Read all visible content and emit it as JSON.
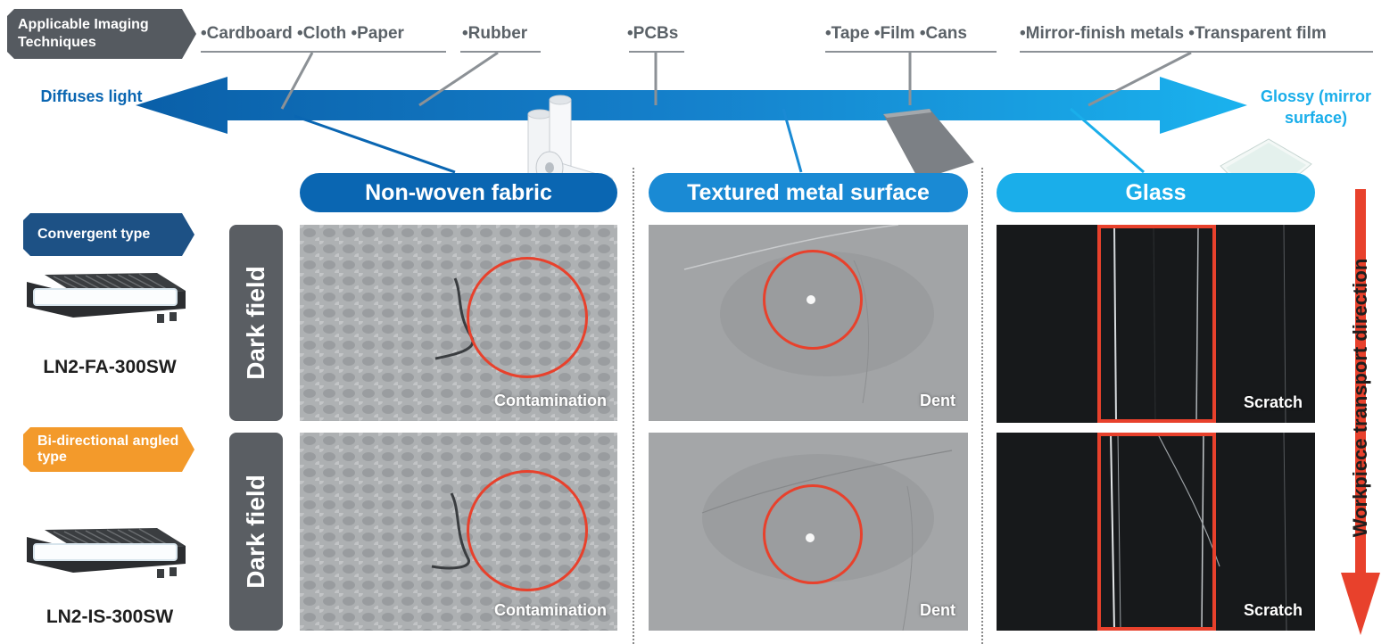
{
  "techniques_badge": "Applicable Imaging Techniques",
  "materials": [
    "•Cardboard •Cloth •Paper",
    "•Rubber",
    "•PCBs",
    "•Tape •Film •Cans",
    "•Mirror-finish metals •Transparent film"
  ],
  "scale": {
    "left_label": "Diffuses light",
    "right_label": "Glossy (mirror surface)"
  },
  "categories": [
    "Non-woven fabric",
    "Textured metal surface",
    "Glass"
  ],
  "rows": [
    {
      "type": "Convergent type",
      "model": "LN2-FA-300SW",
      "field": "Dark field"
    },
    {
      "type": "Bi-directional angled type",
      "model": "LN2-IS-300SW",
      "field": "Dark field"
    }
  ],
  "defects": [
    "Contamination",
    "Dent",
    "Scratch"
  ],
  "transport_label": "Workpiece transport direction",
  "colors": {
    "dark_blue": "#0a66b2",
    "mid_blue": "#1a8ad4",
    "light_blue": "#1aaeea",
    "orange": "#f39a2b",
    "red": "#e8412c",
    "gray_badge": "#555a60"
  }
}
